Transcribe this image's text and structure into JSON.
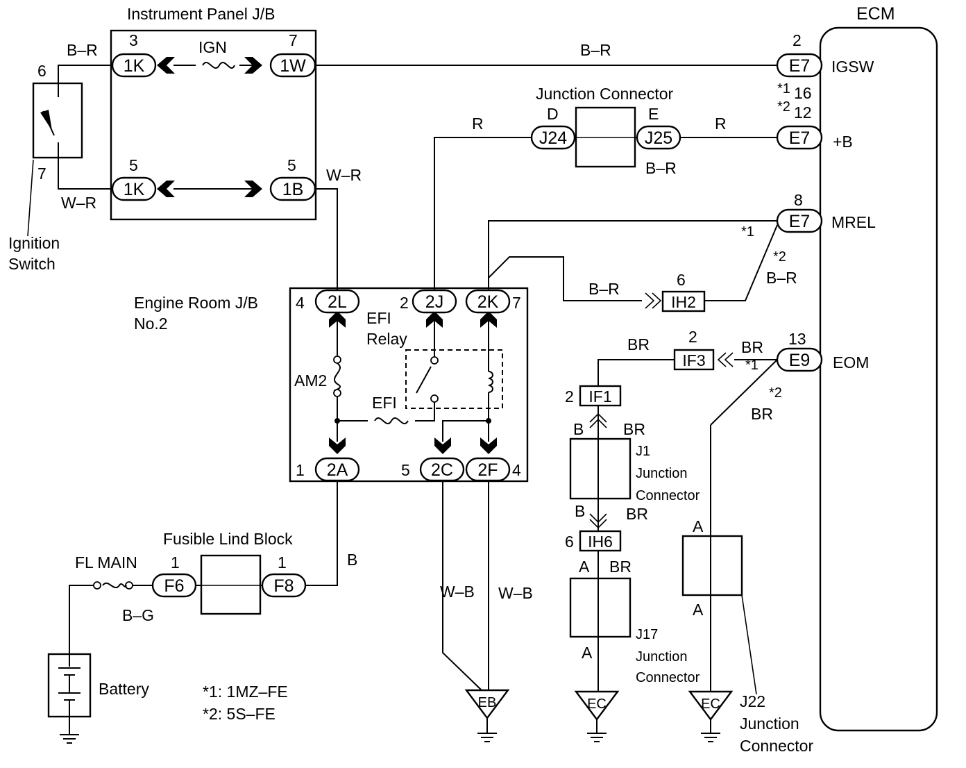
{
  "blocks": {
    "instrument_panel": "Instrument Panel J/B",
    "ecm": "ECM",
    "junction_connector": "Junction Connector",
    "engine_room_1": "Engine Room J/B",
    "engine_room_2": "No.2",
    "efi_relay_1": "EFI",
    "efi_relay_2": "Relay",
    "fusible_link": "Fusible Lind Block",
    "battery": "Battery",
    "ignition_1": "Ignition",
    "ignition_2": "Switch",
    "j1_1": "J1",
    "j1_2": "Junction",
    "j1_3": "Connector",
    "j17_1": "J17",
    "j17_2": "Junction",
    "j17_3": "Connector",
    "j22_1": "J22",
    "j22_2": "Junction",
    "j22_3": "Connector"
  },
  "fuses": {
    "ign": "IGN",
    "am2": "AM2",
    "efi": "EFI",
    "fl_main": "FL MAIN"
  },
  "ecm_terminals": {
    "igsw": "IGSW",
    "plus_b": "+B",
    "mrel": "MREL",
    "eom": "EOM"
  },
  "connectors": {
    "ip_1k_a": "1K",
    "ip_1w": "1W",
    "ip_1k_b": "1K",
    "ip_1b": "1B",
    "er_2l": "2L",
    "er_2j": "2J",
    "er_2k": "2K",
    "er_2a": "2A",
    "er_2c": "2C",
    "er_2f": "2F",
    "e7_igsw": "E7",
    "e7_b": "E7",
    "e7_mrel": "E7",
    "e9": "E9",
    "j24": "J24",
    "j25": "J25",
    "ih2": "IH2",
    "if3": "IF3",
    "if1": "IF1",
    "ih6": "IH6",
    "f6": "F6",
    "f8": "F8",
    "eb": "EB",
    "ec1": "EC",
    "ec2": "EC"
  },
  "pins": {
    "p_1k_a": "3",
    "p_1w": "7",
    "p_1k_b": "5",
    "p_1b": "5",
    "p_sw_top": "6",
    "p_sw_bot": "7",
    "p_e7_igsw": "2",
    "p_e7_b_1": "*1",
    "p_e7_b_1n": "16",
    "p_e7_b_2": "*2",
    "p_e7_b_2n": "12",
    "p_e7_mrel": "8",
    "p_e9": "13",
    "p_j24": "D",
    "p_j25": "E",
    "p_2l": "4",
    "p_2j": "2",
    "p_2k": "7",
    "p_2a": "1",
    "p_2c": "5",
    "p_2f": "4",
    "p_ih2": "6",
    "p_if3": "2",
    "p_if1": "2",
    "p_ih6": "6",
    "p_f6": "1",
    "p_f8": "1",
    "p_j1_top_l": "B",
    "p_j1_bot_l": "B",
    "p_j17_top_l": "A",
    "p_j17_bot_l": "A",
    "p_j22_top": "A",
    "p_j22_bot": "A"
  },
  "wires": {
    "w_br_top": "B–R",
    "w_br_ecm": "B–R",
    "w_wr_left": "W–R",
    "w_wr_right": "W–R",
    "w_r_left": "R",
    "w_r_right": "R",
    "w_br_j25": "B–R",
    "w_br_ih2": "B–R",
    "w_br_mrel": "B–R",
    "w_br_if3": "BR",
    "w_br_e9": "BR",
    "w_br_j22": "BR",
    "w_br_j1_top": "BR",
    "w_br_j1_bot": "BR",
    "w_br_j17_top": "BR",
    "w_b_fl": "B",
    "w_bg": "B–G",
    "w_wb_left": "W–B",
    "w_wb_right": "W–B"
  },
  "notes": {
    "n_mrel_1": "*1",
    "n_mrel_2": "*2",
    "n_e9_1": "*1",
    "n_e9_2": "*2",
    "legend_1": "*1: 1MZ–FE",
    "legend_2": "*2: 5S–FE"
  }
}
